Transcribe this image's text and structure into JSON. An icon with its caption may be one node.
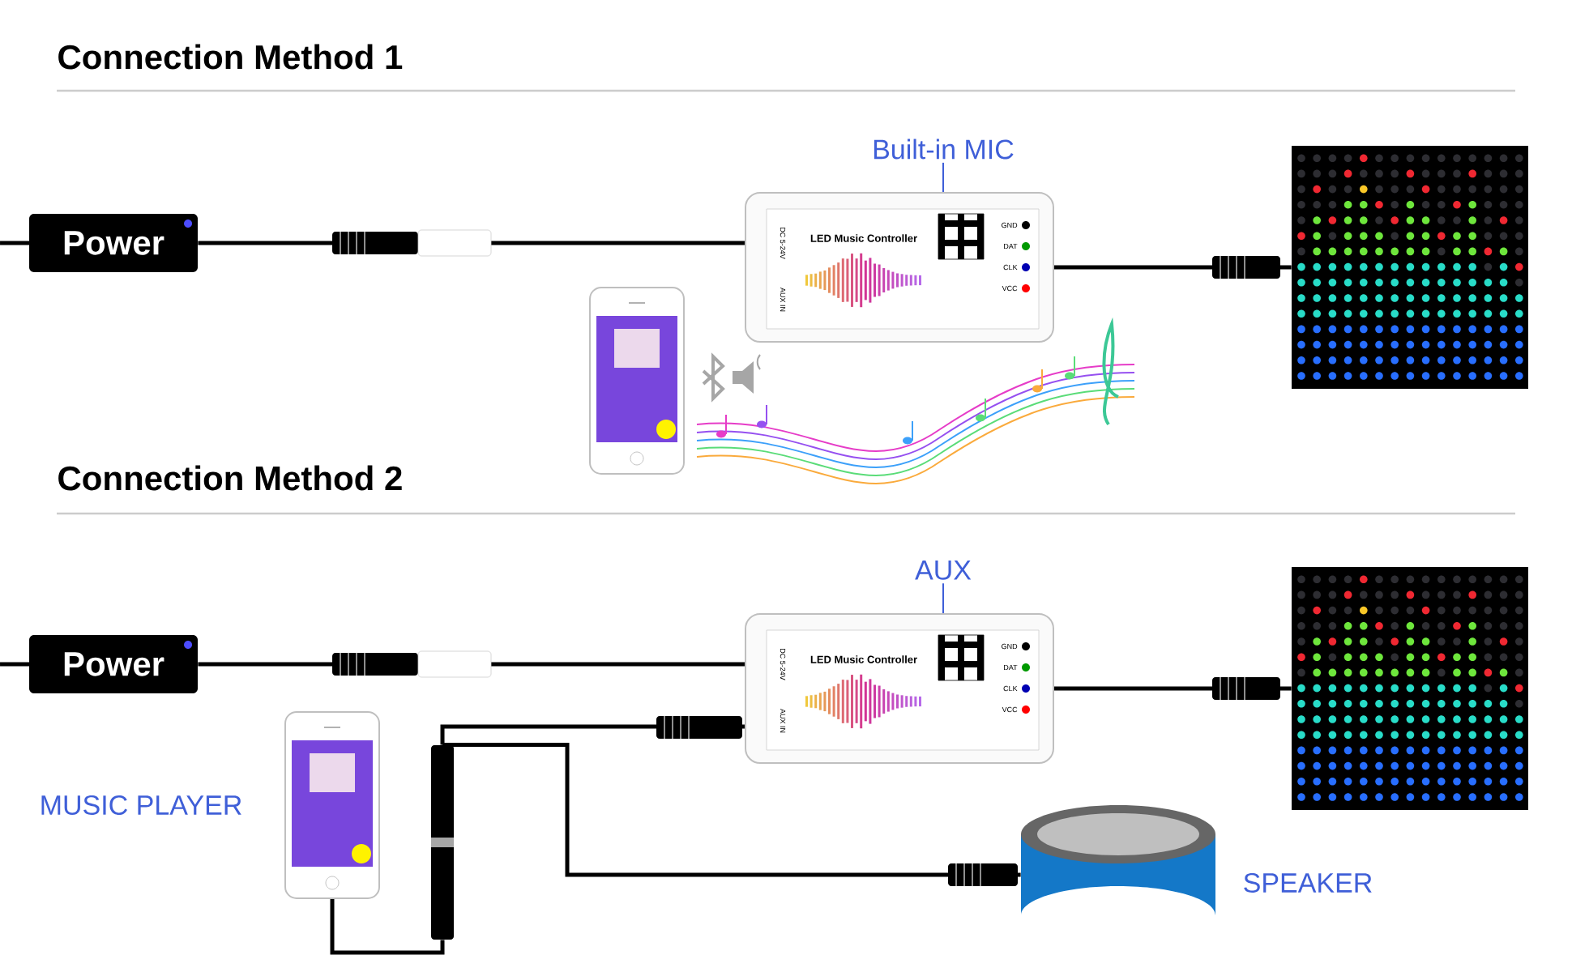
{
  "diagram": {
    "nodes": [
      {
        "text": [
          "Built-in MIC"
        ]
      },
      {
        "text": [
          "Power"
        ]
      },
      {
        "text": [
          "LED Music Controller",
          "GND",
          "DAT",
          "CLK",
          "VCC",
          "DC 5-24V",
          "AUX IN"
        ]
      },
      {
        "text": [],
        "shape": "picture"
      },
      {
        "text": [],
        "shape": "picture"
      },
      {
        "text": [
          "AUX"
        ]
      },
      {
        "text": [
          "Power"
        ]
      },
      {
        "text": [
          "LED Music Controller",
          "GND",
          "DAT",
          "CLK",
          "VCC",
          "DC 5-24V",
          "AUX IN"
        ]
      },
      {
        "text": [],
        "shape": "picture"
      },
      {
        "text": [],
        "shape": "picture",
        "beside": [
          "MUSIC PLAYER"
        ]
      },
      {
        "text": [],
        "shape": "picture"
      },
      {
        "text": [],
        "shape": "picture",
        "beside": [
          "SPEAKER"
        ]
      }
    ],
    "edges": [
      {
        "from": 0,
        "to": 2,
        "arrow": "none",
        "color": "#3f5fd8"
      },
      {
        "from": 1,
        "to": 2,
        "arrow": "none"
      },
      {
        "from": 2,
        "to": 3,
        "arrow": "none"
      },
      {
        "from": 5,
        "to": 7,
        "arrow": "none",
        "color": "#3f5fd8"
      },
      {
        "from": 6,
        "to": 7,
        "arrow": "none"
      },
      {
        "from": 7,
        "to": 8,
        "arrow": "none"
      },
      {
        "from": 9,
        "to": 10,
        "arrow": "none"
      },
      {
        "from": 10,
        "to": 7,
        "arrow": "none"
      },
      {
        "from": 10,
        "to": 11,
        "arrow": "none"
      }
    ],
    "labels": [
      "Connection Method 1",
      "Connection Method 2"
    ]
  }
}
